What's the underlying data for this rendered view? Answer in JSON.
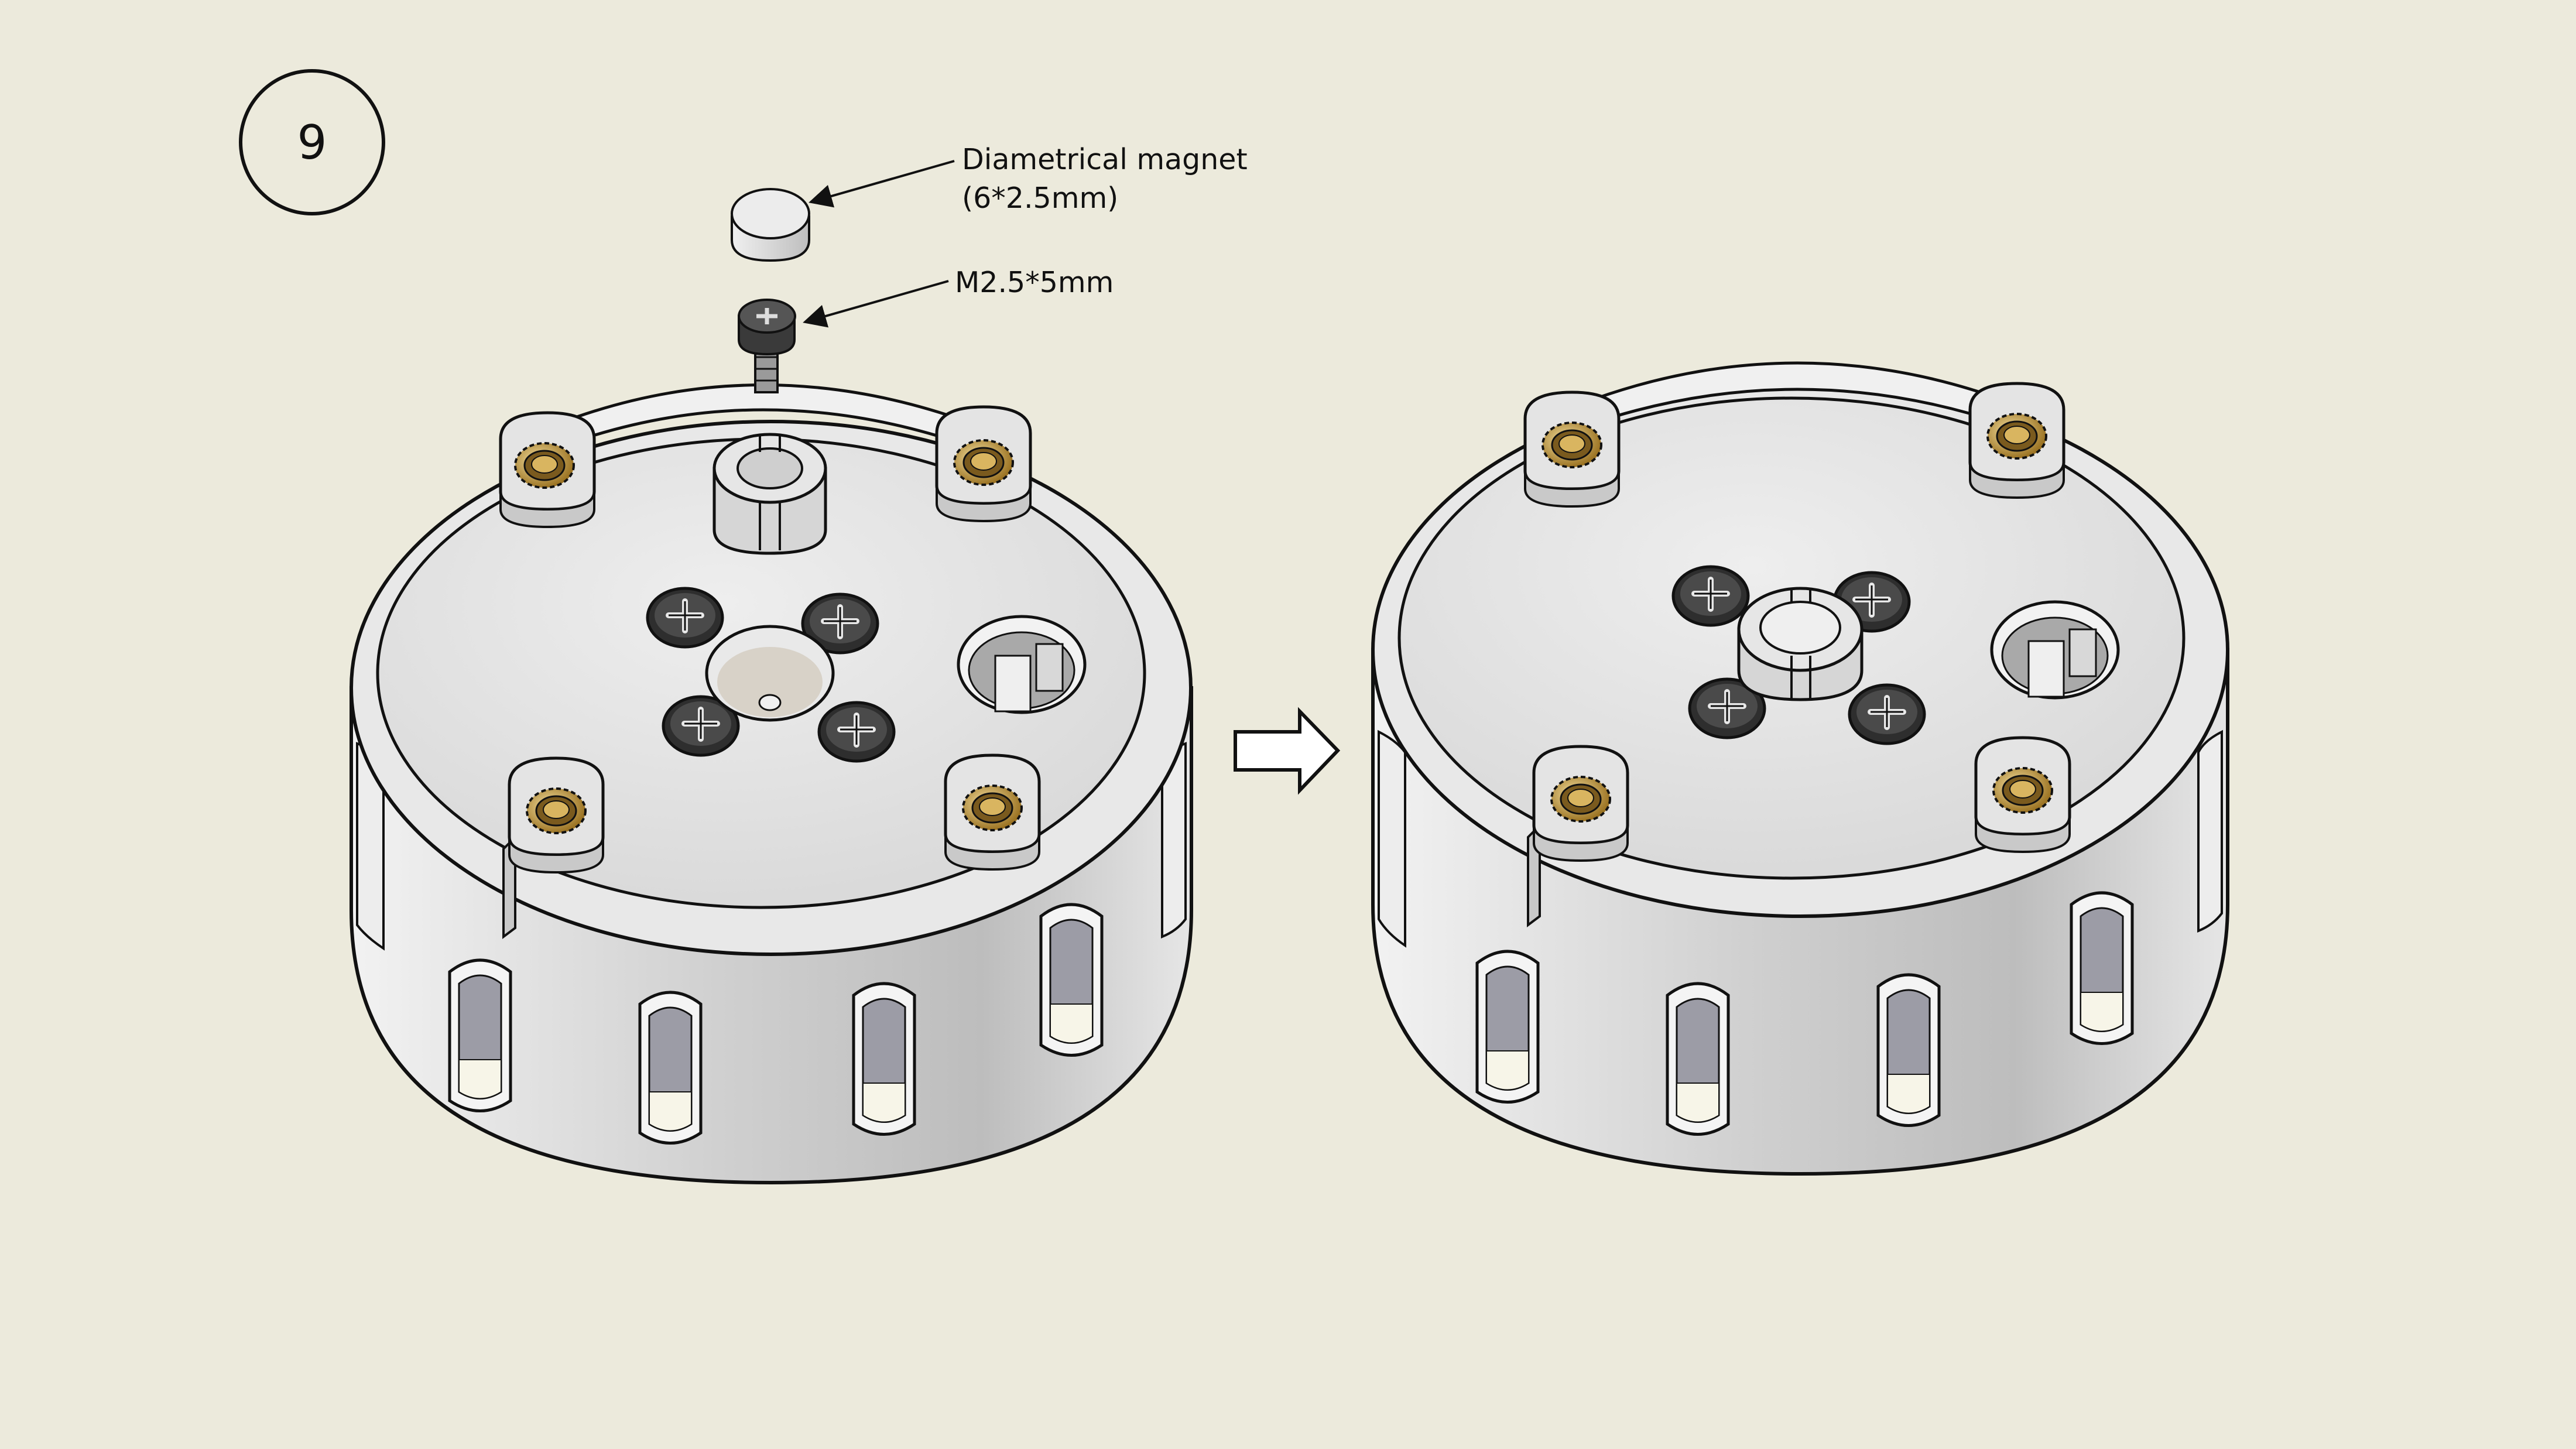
{
  "step": {
    "number": "9"
  },
  "callouts": {
    "magnet": {
      "line1": "Diametrical magnet",
      "line2": "(6*2.5mm)"
    },
    "screw": {
      "label": "M2.5*5mm"
    }
  },
  "colors": {
    "background": "#ECEADC",
    "part_body": "#DCDCDC",
    "outline": "#111111",
    "screw_dark": "#3A3A3A",
    "brass_insert": "#C9A24A"
  },
  "icons": {
    "arrow": "right-arrow-outline",
    "phillips_screw": "phillips-screw-head",
    "brass_insert": "threaded-insert"
  }
}
